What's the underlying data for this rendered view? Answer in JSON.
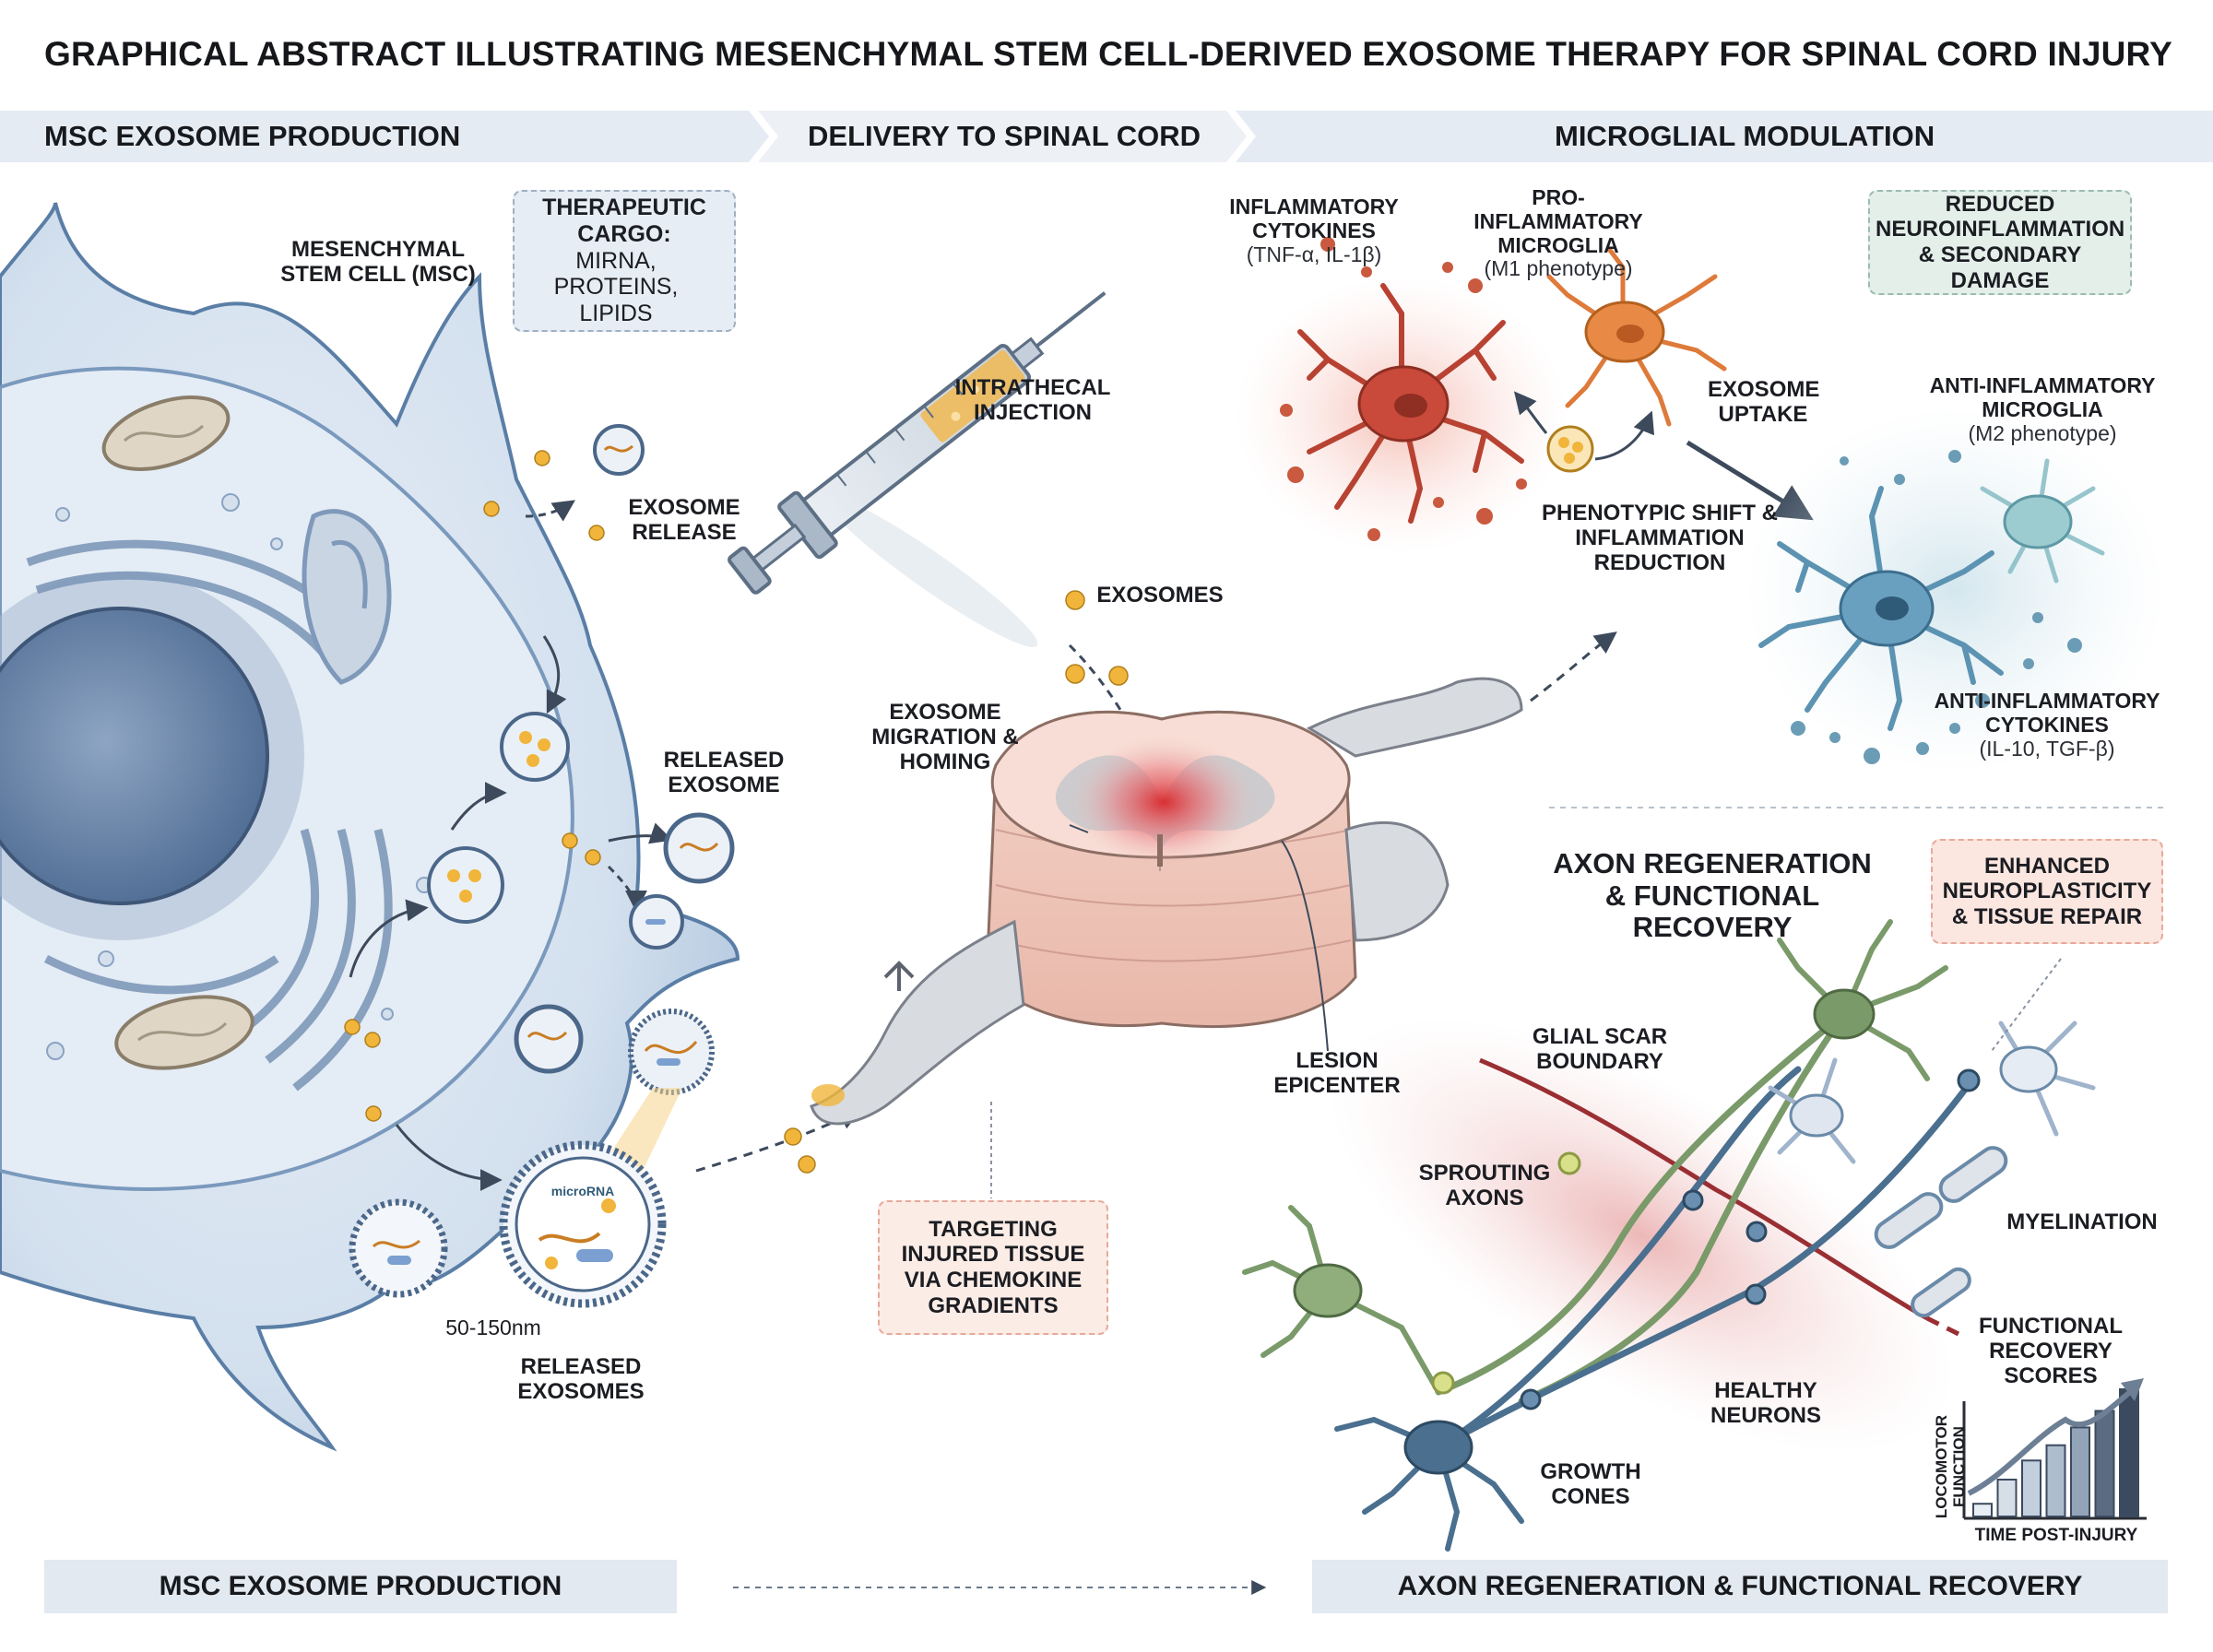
{
  "title": "GRAPHICAL ABSTRACT ILLUSTRATING MESENCHYMAL STEM CELL-DERIVED EXOSOME THERAPY FOR SPINAL CORD INJURY",
  "sections": {
    "production": "MSC EXOSOME PRODUCTION",
    "delivery": "DELIVERY TO SPINAL CORD",
    "microglia": "MICROGLIAL MODULATION"
  },
  "production": {
    "msc_label": "MESENCHYMAL STEM CELL (MSC)",
    "cargo_title": "THERAPEUTIC CARGO:",
    "cargo_items": "MIRNA, PROTEINS, LIPIDS",
    "exosome_release": "EXOSOME RELEASE",
    "released_exosome": "RELEASED EXOSOME",
    "released_exosomes": "RELEASED EXOSOMES",
    "size": "50-150nm",
    "microrna": "microRNA"
  },
  "delivery": {
    "injection": "INTRATHECAL INJECTION",
    "exosomes": "EXOSOMES",
    "migration": "EXOSOME MIGRATION & HOMING",
    "lesion": "LESION EPICENTER",
    "targeting": "TARGETING INJURED TISSUE VIA CHEMOKINE GRADIENTS"
  },
  "microglia": {
    "inflam_cytokines": "INFLAMMATORY CYTOKINES",
    "inflam_cytokines_sub": "(TNF-α, IL-1β)",
    "pro_microglia": "PRO-INFLAMMATORY MICROGLIA",
    "pro_microglia_sub": "(M1 phenotype)",
    "uptake": "EXOSOME UPTAKE",
    "shift": "PHENOTYPIC SHIFT & INFLAMMATION REDUCTION",
    "reduced": "REDUCED NEUROINFLAMMATION & SECONDARY DAMAGE",
    "anti_microglia": "ANTI-INFLAMMATORY MICROGLIA",
    "anti_microglia_sub": "(M2 phenotype)",
    "anti_cytokines": "ANTI-INFLAMMATORY CYTOKINES",
    "anti_cytokines_sub": "(IL-10, TGF-β)"
  },
  "recovery": {
    "title": "AXON REGENERATION & FUNCTIONAL RECOVERY",
    "enhanced": "ENHANCED NEUROPLASTICITY & TISSUE REPAIR",
    "scar": "GLIAL SCAR BOUNDARY",
    "sprouting": "SPROUTING AXONS",
    "myelination": "MYELINATION",
    "healthy": "HEALTHY NEURONS",
    "growth": "GROWTH CONES",
    "chart_title": "FUNCTIONAL RECOVERY SCORES",
    "ylabel": "LOCOMOTOR FUNCTION",
    "xlabel": "TIME POST-INJURY",
    "bars": [
      0.1,
      0.29,
      0.44,
      0.56,
      0.7,
      0.83,
      1.0
    ]
  },
  "footer": {
    "left": "MSC EXOSOME PRODUCTION",
    "right": "AXON REGENERATION & FUNCTIONAL RECOVERY"
  },
  "colors": {
    "cell_fill": "#b9cce3",
    "cell_stroke": "#5a7ea6",
    "exosome": "#f0b53a",
    "inflamed": "#c94a3a",
    "pro_microglia": "#e0783c",
    "anti_microglia": "#4f86a6",
    "neuron_green": "#7a9a6a",
    "neuron_blue": "#4a6f8f",
    "footer_band": "#e3e9f0"
  }
}
